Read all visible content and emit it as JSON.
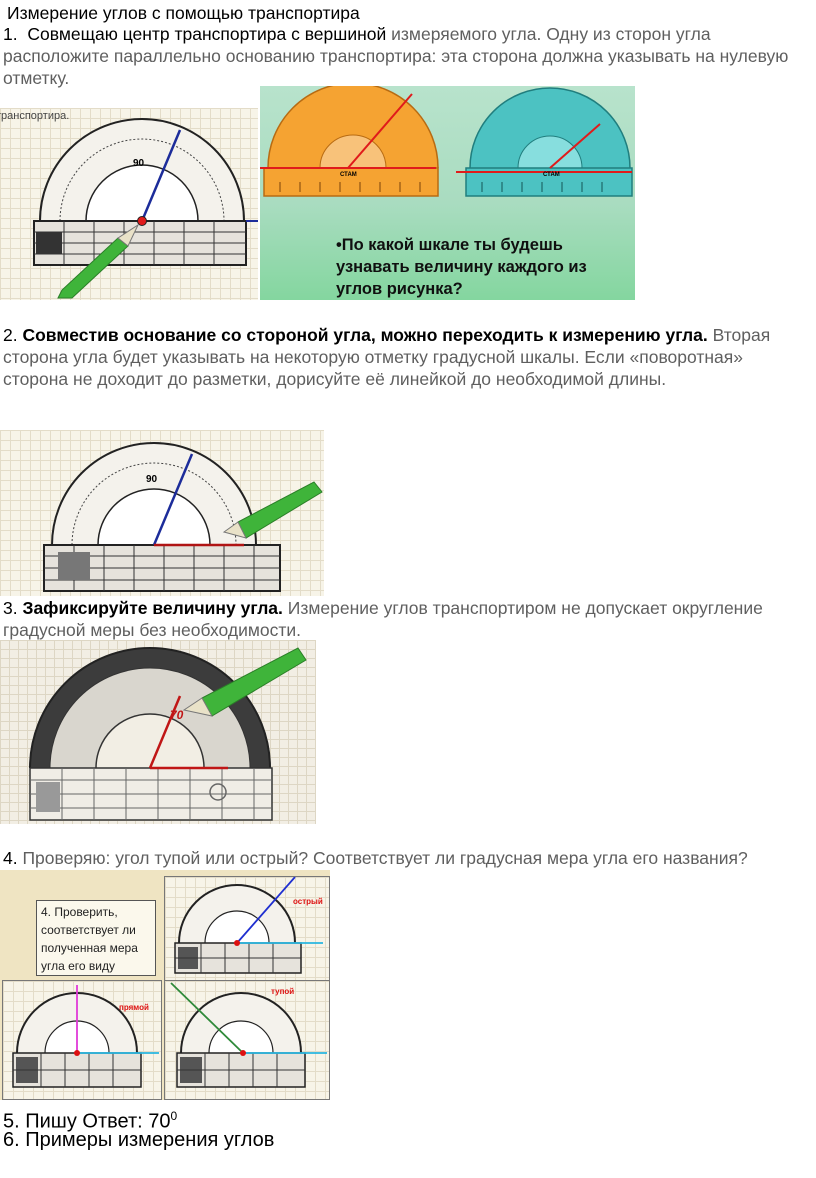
{
  "title": "Измерение углов с помощью транспортира",
  "step1": {
    "num": "1.",
    "bold": "Совмещаю центр транспортира с вершиной",
    "rest": " измеряемого угла. Одну из сторон угла расположите параллельно основанию транспортира: эта сторона должна указывать на нулевую отметку."
  },
  "fig1": {
    "caption_cut": "транспортира.",
    "scale_label": "90",
    "slide_question": "•По какой шкале ты будешь узнавать величину каждого из углов рисунка?",
    "brand": "СТАМ"
  },
  "step2": {
    "num": "2.",
    "bold": "Совместив основание со стороной угла, можно переходить к измерению угла.",
    "rest": " Вторая сторона угла будет указывать на некоторую отметку градусной шкалы. Если «поворотная» сторона не доходит до разметки, дорисуйте её линейкой до необходимой длины."
  },
  "step3": {
    "num": "3.",
    "bold": "Зафиксируйте величину угла.",
    "rest": " Измерение углов транспортиром не допускает округление градусной меры без необходимости."
  },
  "fig3": {
    "mark": "70"
  },
  "step4": {
    "num": "4.",
    "rest": " Проверяю: угол тупой или острый? Соответствует ли градусная мера угла его названия?"
  },
  "fig4": {
    "box_text": "4. Проверить, соответствует ли полученная мера угла его виду",
    "label_acute": "острый",
    "label_right": "прямой",
    "label_obtuse": "тупой"
  },
  "step5": {
    "text": "5. Пишу Ответ: 70",
    "sup": "0"
  },
  "step6": {
    "text": "6. Примеры измерения углов"
  },
  "colors": {
    "protractor_orange": "#f5a332",
    "protractor_teal": "#4cc2c2",
    "ray_red": "#e01b1b",
    "ray_blue": "#1c2c9a",
    "ray_cyan": "#29b6e0",
    "ray_magenta": "#e03ad8",
    "ray_green": "#2f8a3a",
    "pencil_green": "#3fb43a"
  }
}
